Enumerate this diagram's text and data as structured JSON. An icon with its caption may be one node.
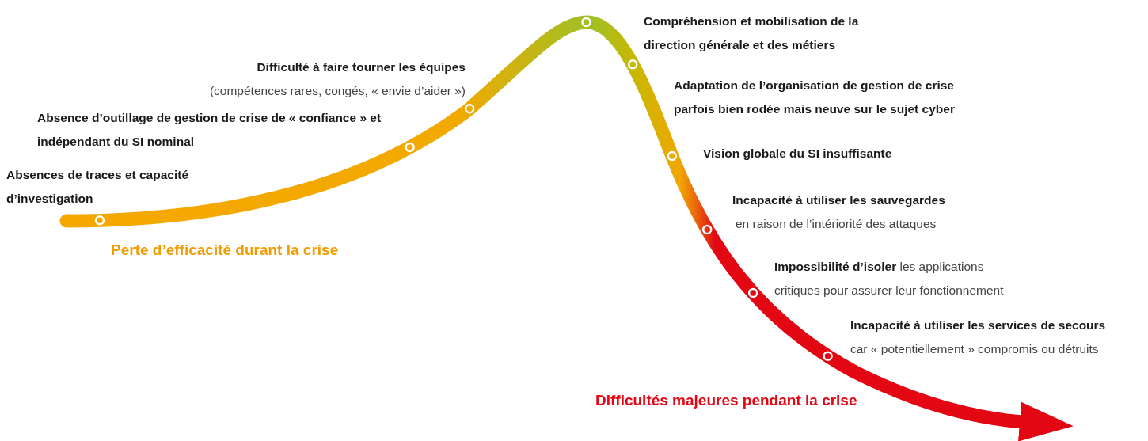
{
  "diagram": {
    "labels": [
      "Compréhension et mobilisation de la direction générale et des métiers",
      "Difficulté à faire tourner les équipes",
      "(compétences rares, congés, « envie d’aider »)",
      "Adaptation de l’organisation de gestion de crise parfois bien rodée mais neuve sur le sujet cyber",
      "Absence d’outillage de gestion de crise de « confiance » et indépendant du SI nominal",
      "Vision globale du SI insuffisante",
      "Absences de traces et capacité d’investigation",
      "Incapacité à utiliser les sauvegardes",
      "en raison de l’intériorité des attaques",
      "Perte d’efficacité durant la crise",
      "**Impossibilité d’isoler** les applications critiques pour assurer leur fonctionnement",
      "Incapacité à utiliser les services de secours",
      "car « potentiellement » compromis ou détruits",
      "Difficultés majeures pendant la crise"
    ]
  }
}
